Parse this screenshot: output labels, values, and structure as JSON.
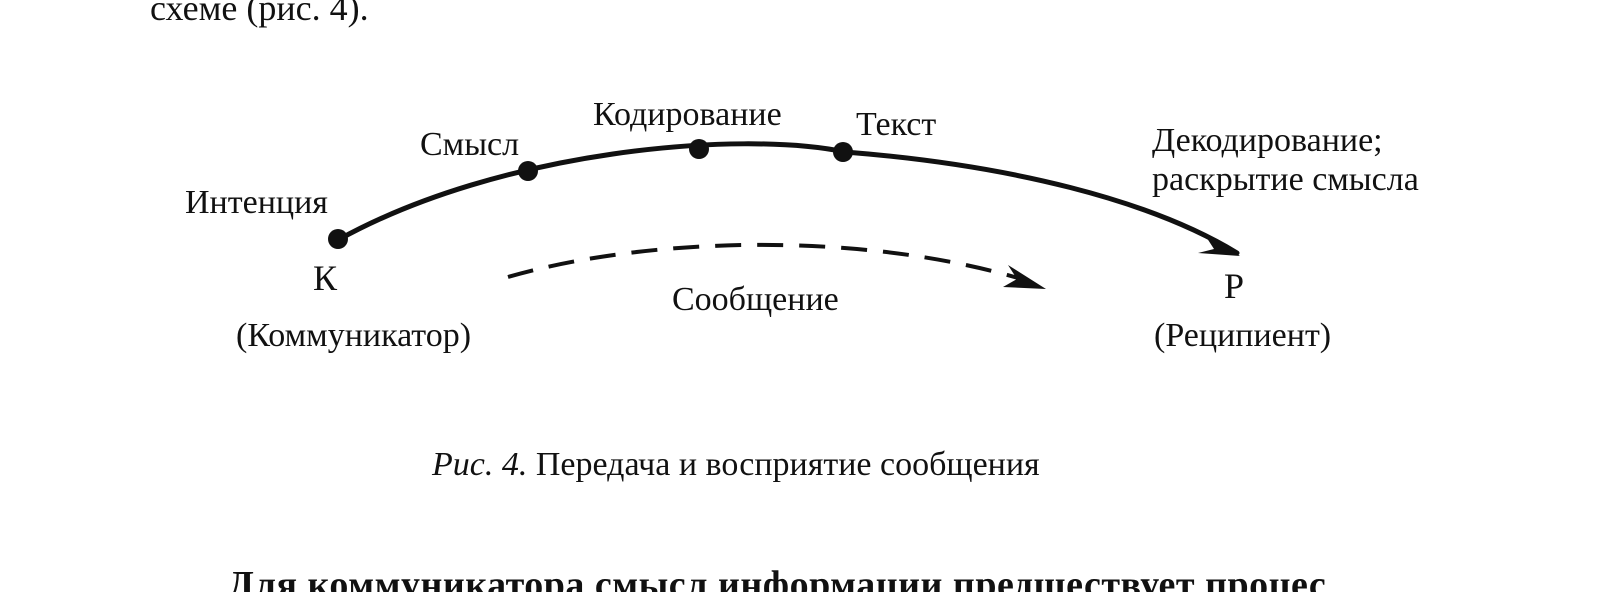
{
  "page": {
    "top_line": "схеме (рис. 4).",
    "bottom_line": "Для коммуникатора смысл информации предшествует процес"
  },
  "diagram": {
    "points": {
      "intention": "Интенция",
      "meaning": "Смысл",
      "coding": "Кодирование",
      "text": "Текст",
      "decoding_line1": "Декодирование;",
      "decoding_line2": "раскрытие смысла"
    },
    "communicator": {
      "letter": "К",
      "label": "(Коммуникатор)"
    },
    "recipient": {
      "letter": "Р",
      "label": "(Реципиент)"
    },
    "message_label": "Сообщение"
  },
  "caption": {
    "prefix": "Рис. 4.",
    "text": "Передача и восприятие сообщения"
  }
}
